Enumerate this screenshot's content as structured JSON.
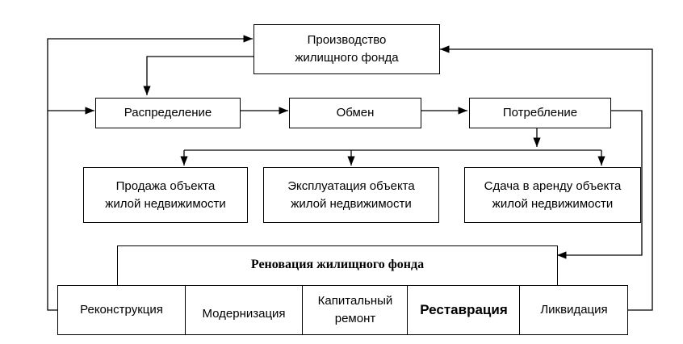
{
  "diagram": {
    "production": {
      "line1": "Производство",
      "line2": "жилищного фонда"
    },
    "flow": {
      "distribution": "Распределение",
      "exchange": "Обмен",
      "consumption": "Потребление"
    },
    "uses": {
      "sale": {
        "line1": "Продажа объекта",
        "line2": "жилой недвижимости"
      },
      "operation": {
        "line1": "Эксплуатация объекта",
        "line2": "жилой недвижимости"
      },
      "rent": {
        "line1": "Сдача в аренду объекта",
        "line2": "жилой недвижимости"
      }
    },
    "renovation": {
      "title": "Реновация жилищного фонда",
      "reconstruction": "Реконструкция",
      "modernization": "Модернизация",
      "capital_repair": {
        "line1": "Капитальный",
        "line2": "ремонт"
      },
      "restoration": "Реставрация",
      "liquidation": "Ликвидация"
    }
  }
}
